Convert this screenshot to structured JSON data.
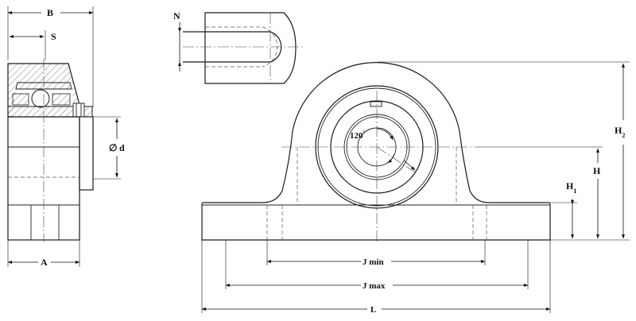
{
  "labels": {
    "B": "B",
    "S": "S",
    "d_symbol": "∅",
    "d": "d",
    "A": "A",
    "N": "N",
    "angle": "120",
    "angle_unit": "°",
    "H2_main": "H",
    "H2_sub": "2",
    "H": "H",
    "H1_main": "H",
    "H1_sub": "1",
    "J_min": "J min",
    "J_max": "J max",
    "L": "L"
  }
}
